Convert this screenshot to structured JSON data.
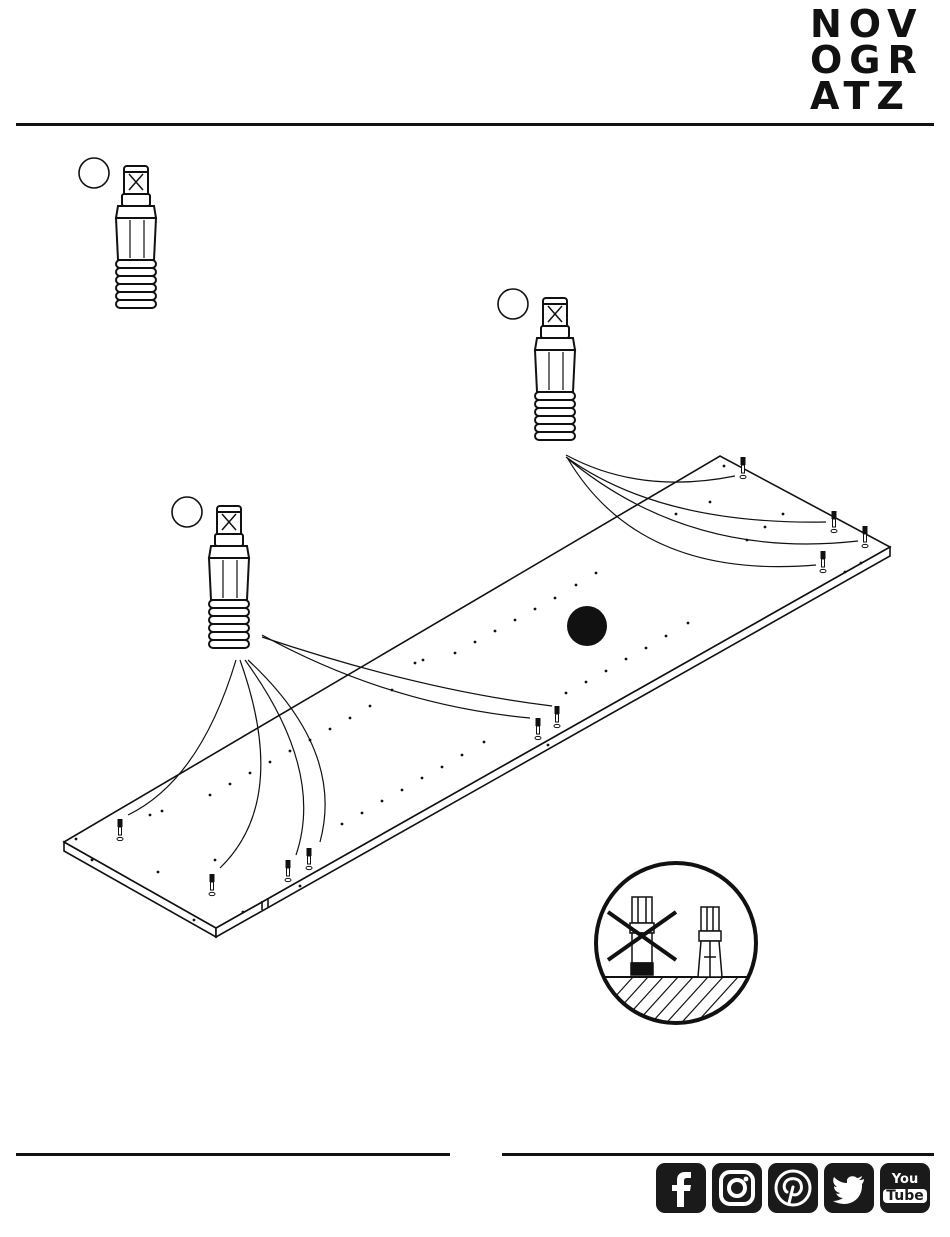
{
  "brand": {
    "logo_rows": [
      "NOV",
      "OGR",
      "ATZ"
    ]
  },
  "diagram": {
    "callouts": [
      "",
      "",
      ""
    ],
    "part_icon": "cam-dowel-icon",
    "panel_icon": "long-panel-icon",
    "inset_icon": "correct-vs-incorrect-detail-icon"
  },
  "social": {
    "icons": [
      "facebook-icon",
      "instagram-icon",
      "pinterest-icon",
      "twitter-icon",
      "youtube-icon"
    ],
    "youtube_top": "You",
    "youtube_bottom": "Tube"
  },
  "colors": {
    "ink": "#111111",
    "icon_bg": "#1a1a1a",
    "paper": "#ffffff"
  }
}
